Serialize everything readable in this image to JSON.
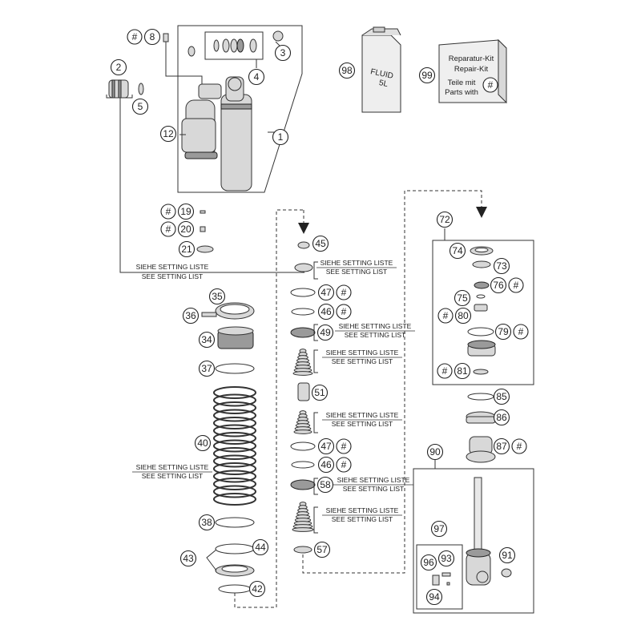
{
  "callouts": [
    {
      "id": "c8",
      "label": "8"
    },
    {
      "id": "c2",
      "label": "2"
    },
    {
      "id": "c5",
      "label": "5"
    },
    {
      "id": "c12",
      "label": "12"
    },
    {
      "id": "c3",
      "label": "3"
    },
    {
      "id": "c4",
      "label": "4"
    },
    {
      "id": "c1",
      "label": "1"
    },
    {
      "id": "c98",
      "label": "98"
    },
    {
      "id": "c99",
      "label": "99"
    },
    {
      "id": "c19",
      "label": "19"
    },
    {
      "id": "c20",
      "label": "20"
    },
    {
      "id": "c21",
      "label": "21"
    },
    {
      "id": "c35",
      "label": "35"
    },
    {
      "id": "c36",
      "label": "36"
    },
    {
      "id": "c34",
      "label": "34"
    },
    {
      "id": "c37",
      "label": "37"
    },
    {
      "id": "c40",
      "label": "40"
    },
    {
      "id": "c38",
      "label": "38"
    },
    {
      "id": "c43",
      "label": "43"
    },
    {
      "id": "c44",
      "label": "44"
    },
    {
      "id": "c42",
      "label": "42"
    },
    {
      "id": "c45",
      "label": "45"
    },
    {
      "id": "c47a",
      "label": "47"
    },
    {
      "id": "c46a",
      "label": "46"
    },
    {
      "id": "c49",
      "label": "49"
    },
    {
      "id": "c51",
      "label": "51"
    },
    {
      "id": "c47b",
      "label": "47"
    },
    {
      "id": "c46b",
      "label": "46"
    },
    {
      "id": "c58",
      "label": "58"
    },
    {
      "id": "c57",
      "label": "57"
    },
    {
      "id": "c72",
      "label": "72"
    },
    {
      "id": "c74",
      "label": "74"
    },
    {
      "id": "c73",
      "label": "73"
    },
    {
      "id": "c76",
      "label": "76"
    },
    {
      "id": "c75",
      "label": "75"
    },
    {
      "id": "c80",
      "label": "80"
    },
    {
      "id": "c79",
      "label": "79"
    },
    {
      "id": "c81",
      "label": "81"
    },
    {
      "id": "c85",
      "label": "85"
    },
    {
      "id": "c86",
      "label": "86"
    },
    {
      "id": "c87",
      "label": "87"
    },
    {
      "id": "c90",
      "label": "90"
    },
    {
      "id": "c97",
      "label": "97"
    },
    {
      "id": "c96",
      "label": "96"
    },
    {
      "id": "c93",
      "label": "93"
    },
    {
      "id": "c94",
      "label": "94"
    },
    {
      "id": "c91",
      "label": "91"
    }
  ],
  "hash_symbol": "#",
  "setting_list": {
    "de": "SIEHE SETTING LISTE",
    "en": "SEE SETTING LIST"
  },
  "fluid_can": {
    "line1": "FLUID",
    "line2": "5L"
  },
  "repair_kit": {
    "line1": "Reparatur-Kit",
    "line2": "Repair-Kit",
    "line3": "Teile mit",
    "line4": "Parts with"
  },
  "icons": [
    "arrow-down-icon"
  ]
}
